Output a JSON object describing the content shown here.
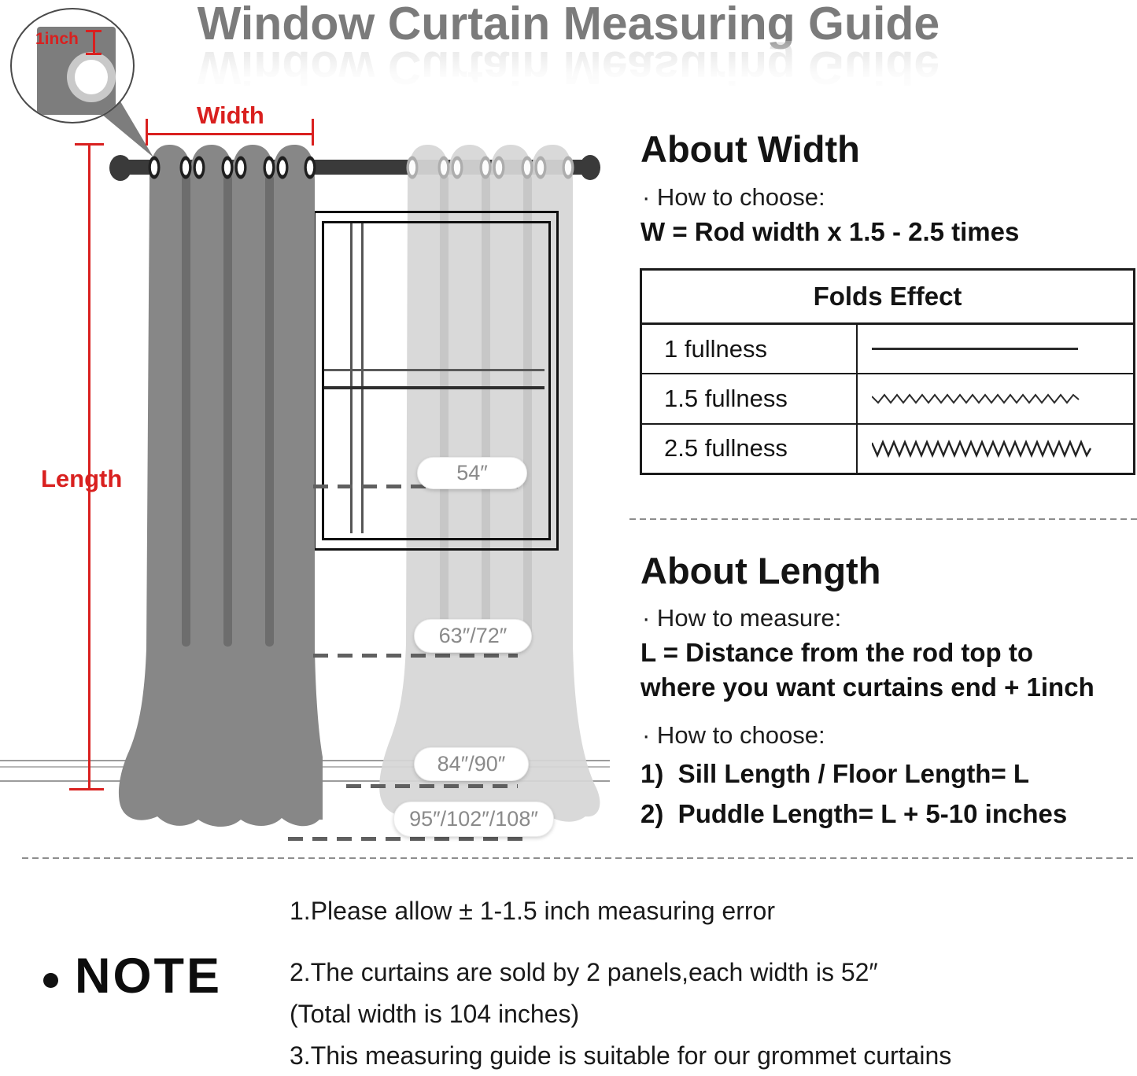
{
  "title": "Window Curtain Measuring Guide",
  "diagram": {
    "inset_label": "1inch",
    "width_label": "Width",
    "length_label": "Length",
    "length_markers": [
      "54″",
      "63″/72″",
      "84″/90″",
      "95″/102″/108″"
    ]
  },
  "about_width": {
    "heading": "About Width",
    "how_to_choose": "· How to choose:",
    "formula": "W = Rod width x 1.5 - 2.5 times",
    "folds_table": {
      "header": "Folds Effect",
      "rows": [
        {
          "label": "1 fullness",
          "fold_style": "straight-line"
        },
        {
          "label": "1.5 fullness",
          "fold_style": "loose-zigzag"
        },
        {
          "label": "2.5 fullness",
          "fold_style": "dense-zigzag"
        }
      ]
    }
  },
  "about_length": {
    "heading": "About Length",
    "how_to_measure": "· How to measure:",
    "formula_line1": "L = Distance from the rod top to",
    "formula_line2": "where you want curtains end + 1inch",
    "how_to_choose": "· How to choose:",
    "options": [
      "1)  Sill Length / Floor Length= L",
      "2)  Puddle Length= L + 5-10 inches"
    ]
  },
  "note": {
    "bullet": "•",
    "heading": "NOTE",
    "items": [
      "1.Please allow ± 1-1.5 inch measuring error",
      "2.The curtains are sold by 2 panels,each width is 52″",
      "(Total width is 104 inches)",
      "3.This measuring guide is suitable for our grommet curtains"
    ]
  },
  "colors": {
    "accent_red": "#d9201f",
    "title_gray": "#7b7b7b",
    "curtain_dark": "#878787",
    "curtain_light": "#d6d6d6",
    "rod": "#3a3a3a"
  }
}
